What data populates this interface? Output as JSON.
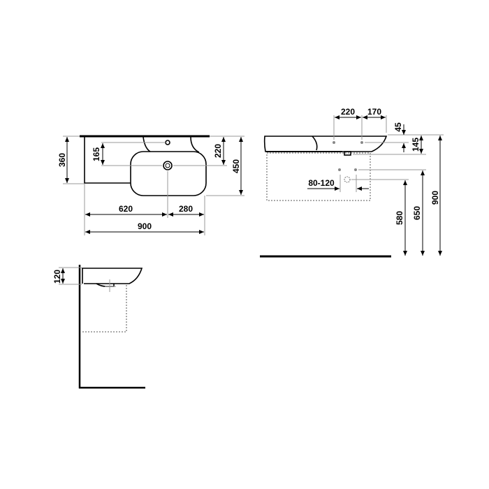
{
  "top_view": {
    "dim_depth_total_side": "360",
    "dim_tap_to_drain": "165",
    "dim_back_to_drain": "220",
    "dim_depth_total": "450",
    "dim_left_to_drain": "620",
    "dim_drain_to_right": "280",
    "dim_width_total": "900"
  },
  "front_view": {
    "dim_tap_spacing": "220",
    "dim_tap_to_edge": "170",
    "dim_top_offset": "45",
    "dim_basin_height": "145",
    "dim_overall_height": "900",
    "dim_supply_height": "650",
    "dim_drain_height": "580",
    "dim_supply_spacing": "80-120"
  },
  "side_view": {
    "dim_basin_depth": "120"
  }
}
